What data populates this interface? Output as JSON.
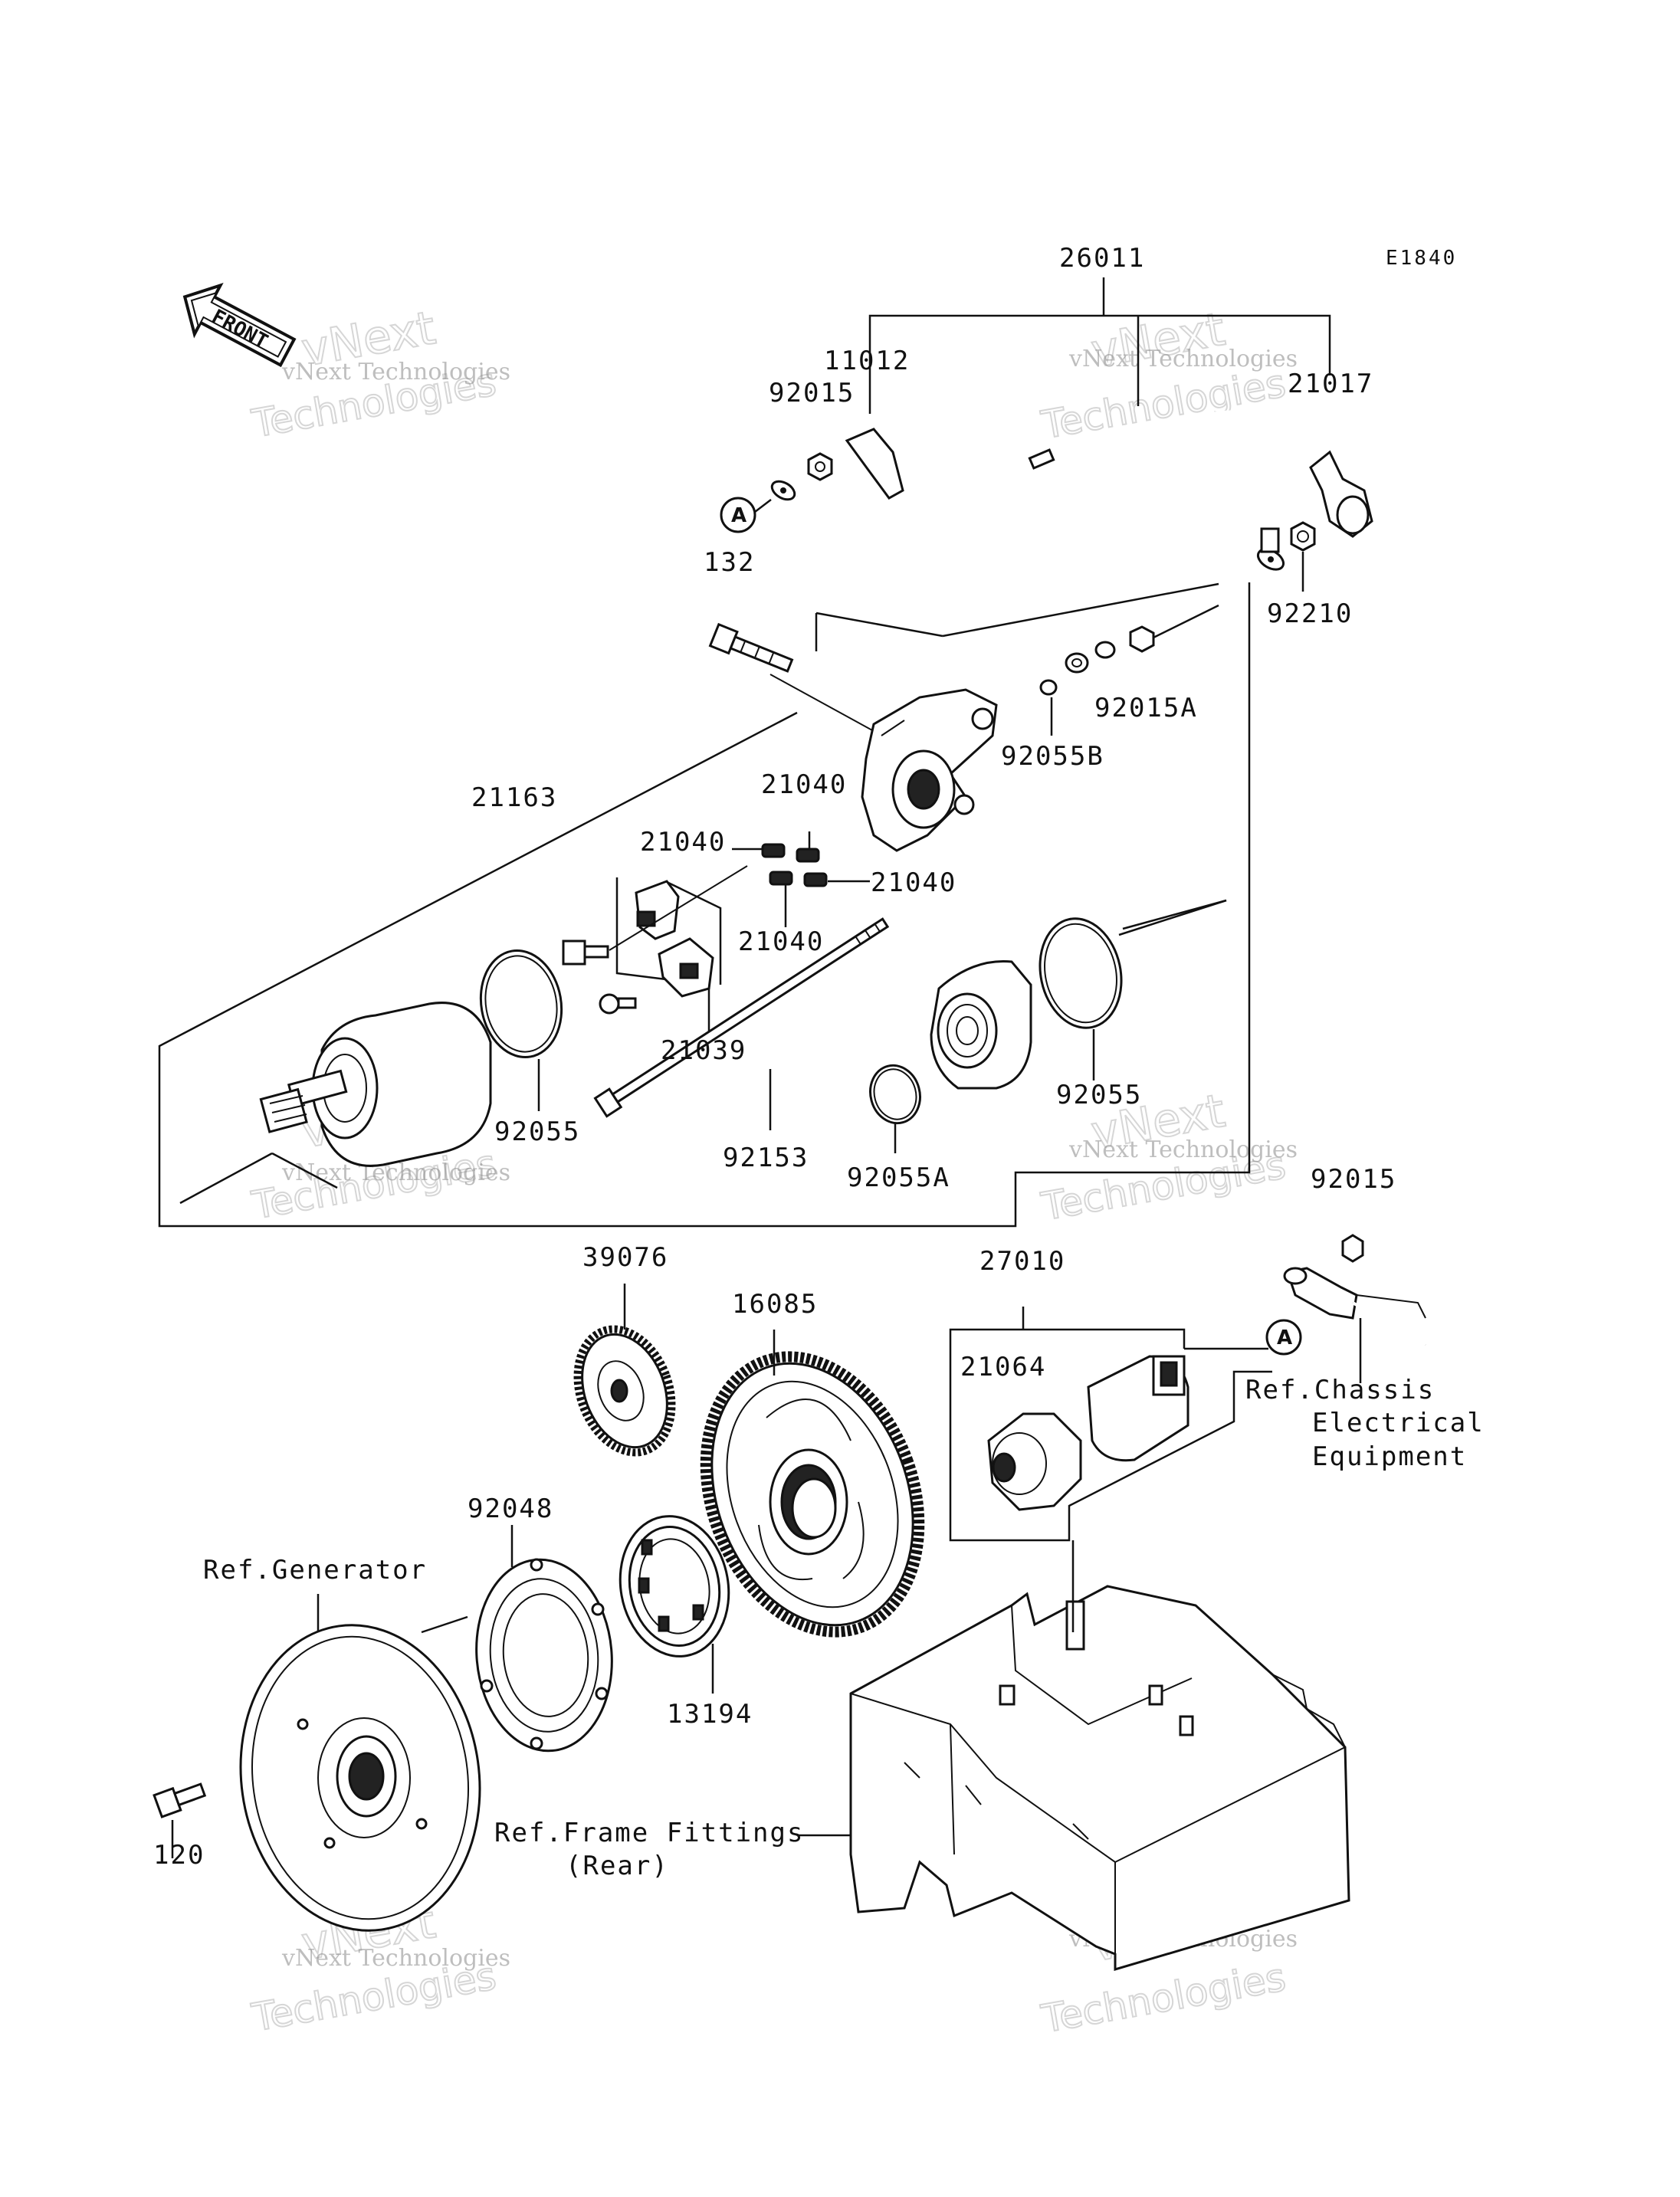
{
  "diagram_code": "E1840",
  "front_label": "FRONT",
  "callout_letter": "A",
  "parts": [
    {
      "id": "26011",
      "label": "26011"
    },
    {
      "id": "11012",
      "label": "11012"
    },
    {
      "id": "92015-top",
      "label": "92015"
    },
    {
      "id": "21017",
      "label": "21017"
    },
    {
      "id": "132",
      "label": "132"
    },
    {
      "id": "92210",
      "label": "92210"
    },
    {
      "id": "92015A",
      "label": "92015A"
    },
    {
      "id": "92055B",
      "label": "92055B"
    },
    {
      "id": "21163",
      "label": "21163"
    },
    {
      "id": "21040-a",
      "label": "21040"
    },
    {
      "id": "21040-b",
      "label": "21040"
    },
    {
      "id": "21040-c",
      "label": "21040"
    },
    {
      "id": "21040-d",
      "label": "21040"
    },
    {
      "id": "21039",
      "label": "21039"
    },
    {
      "id": "92055-left",
      "label": "92055"
    },
    {
      "id": "92055-right",
      "label": "92055"
    },
    {
      "id": "92153",
      "label": "92153"
    },
    {
      "id": "92055A",
      "label": "92055A"
    },
    {
      "id": "92015-mid",
      "label": "92015"
    },
    {
      "id": "39076",
      "label": "39076"
    },
    {
      "id": "16085",
      "label": "16085"
    },
    {
      "id": "27010",
      "label": "27010"
    },
    {
      "id": "21064",
      "label": "21064"
    },
    {
      "id": "92048",
      "label": "92048"
    },
    {
      "id": "13194",
      "label": "13194"
    },
    {
      "id": "120",
      "label": "120"
    }
  ],
  "references": {
    "chassis_line1": "Ref.Chassis",
    "chassis_line2": "Electrical",
    "chassis_line3": "Equipment",
    "generator": "Ref.Generator",
    "frame_line1": "Ref.Frame Fittings",
    "frame_line2": "(Rear)"
  },
  "watermark": {
    "line1": "vNext Technologies",
    "line2": "vNext",
    "line3": "Technologies"
  }
}
